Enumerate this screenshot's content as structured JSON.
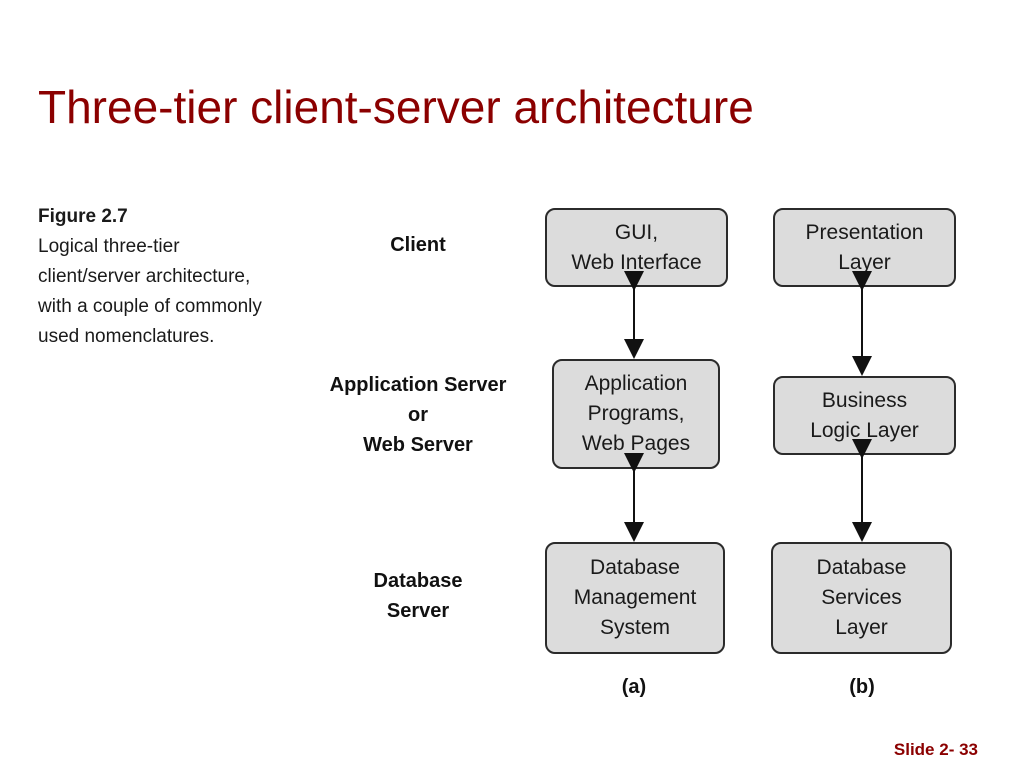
{
  "title": "Three-tier client-server architecture",
  "figure": {
    "number": "Figure 2.7",
    "caption_lines": [
      "Logical three-tier",
      "client/server architecture,",
      "with a couple of commonly",
      "used nomenclatures."
    ]
  },
  "tiers": {
    "client": [
      "Client"
    ],
    "application": [
      "Application Server",
      "or",
      "Web Server"
    ],
    "database": [
      "Database",
      "Server"
    ]
  },
  "columns": {
    "a": {
      "label": "(a)",
      "boxes": [
        [
          "GUI,",
          "Web Interface"
        ],
        [
          "Application",
          "Programs,",
          "Web Pages"
        ],
        [
          "Database",
          "Management",
          "System"
        ]
      ]
    },
    "b": {
      "label": "(b)",
      "boxes": [
        [
          "Presentation",
          "Layer"
        ],
        [
          "Business",
          "Logic Layer"
        ],
        [
          "Database",
          "Services",
          "Layer"
        ]
      ]
    }
  },
  "slide_number": "Slide 2- 33",
  "colors": {
    "title": "#8b0000",
    "box_fill": "#dcdcdc",
    "box_border": "#2b2b2b"
  }
}
